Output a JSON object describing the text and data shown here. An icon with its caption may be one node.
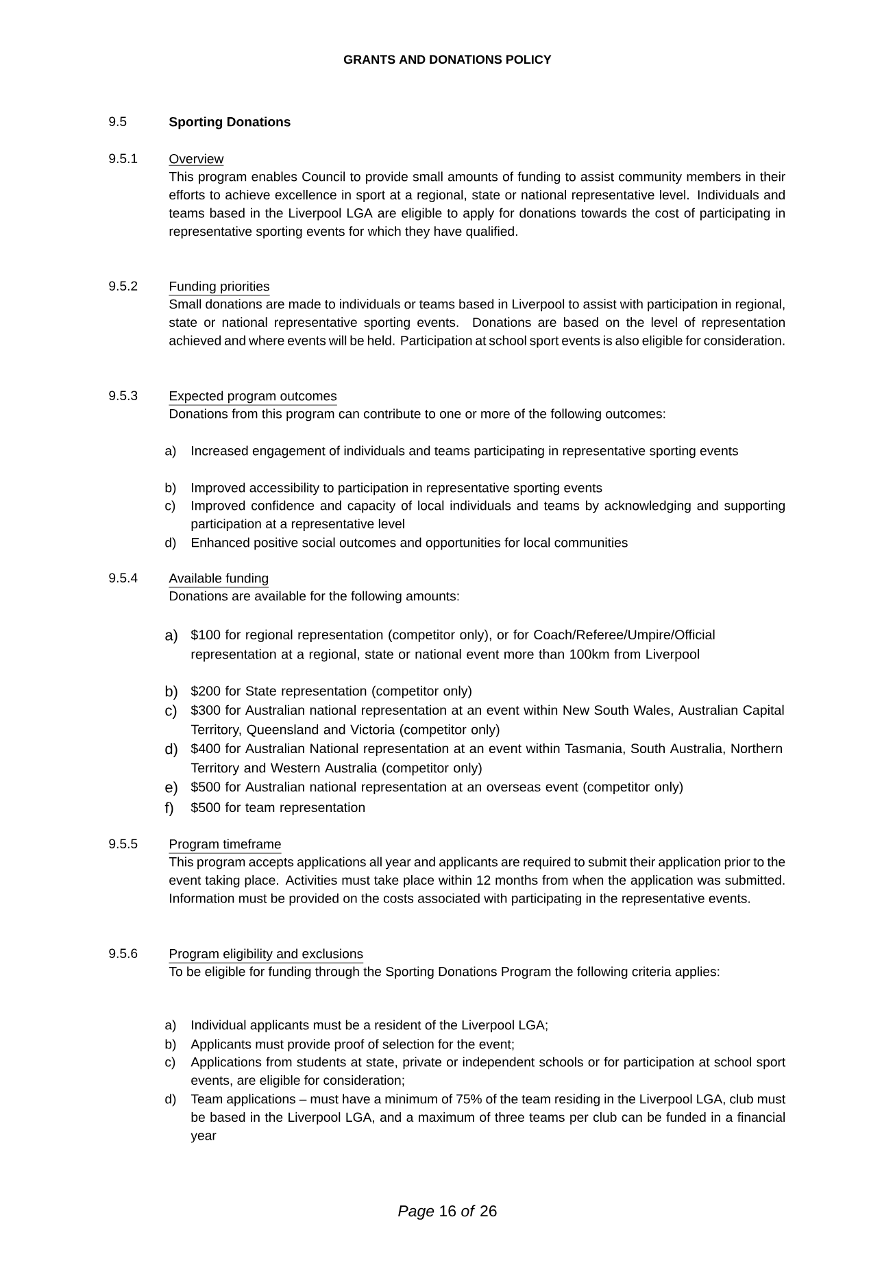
{
  "diagram": {
    "title": "GRANTS AND DONATIONS POLICY",
    "labels": [
      "9.5",
      "Sporting Donations",
      "9.5.1",
      "Overview",
      "This program enables Council to provide small amounts of funding to assist community members in their efforts to achieve excellence in sport at a regional, state or national representative level. Individuals and teams based in the Liverpool LGA are eligible to apply for donations towards the cost of participating in representative sporting events for which they have qualified.",
      "9.5.2",
      "Funding priorities",
      "Small donations are made to individuals or teams based in Liverpool to assist with participation in regional, state or national representative sporting events. Donations are based on the level of representation achieved and where events will be held. Participation at school sport events is also eligible for consideration.",
      "9.5.3",
      "Expected program outcomes",
      "Donations from this program can contribute to one or more of the following outcomes:",
      "a)",
      "Increased engagement of individuals and teams participating in representative sporting events",
      "b)",
      "Improved accessibility to participation in representative sporting events",
      "c)",
      "Improved confidence and capacity of local individuals and teams by acknowledging and supporting participation at a representative level",
      "d)",
      "Enhanced positive social outcomes and opportunities for local communities",
      "9.5.4",
      "Available funding",
      "Donations are available for the following amounts:",
      "a)",
      "$100 for regional representation (competitor only), or for Coach/Referee/Umpire/Official representation at a regional, state or national event more than 100km from Liverpool",
      "b)",
      "$200 for State representation (competitor only)",
      "c)",
      "$300 for Australian national representation at an event within New South Wales, Australian Capital Territory, Queensland and Victoria (competitor only)",
      "d)",
      "$400 for Australian National representation at an event within Tasmania, South Australia, Northern Territory and Western Australia (competitor only)",
      "e)",
      "$500 for Australian national representation at an overseas event (competitor only)",
      "f)",
      "$500 for team representation",
      "9.5.5",
      "Program timeframe",
      "This program accepts applications all year and applicants are required to submit their application prior to the event taking place. Activities must take place within 12 months from when the application was submitted. Information must be provided on the costs associated with participating in the representative events.",
      "9.5.6",
      "Program eligibility and exclusions",
      "To be eligible for funding through the Sporting Donations Program the following criteria applies:",
      "a)",
      "Individual applicants must be a resident of the Liverpool LGA;",
      "b)",
      "Applicants must provide proof of selection for the event;",
      "c)",
      "Applications from students at state, private or independent schools or for participation at school sport events, are eligible for consideration;",
      "d)",
      "Team applications – must have a minimum of 75% of the team residing in the Liverpool LGA, club must be based in the Liverpool LGA, and a maximum of three teams per club can be funded in a financial year",
      "*Page* 16 *of* 26"
    ]
  }
}
